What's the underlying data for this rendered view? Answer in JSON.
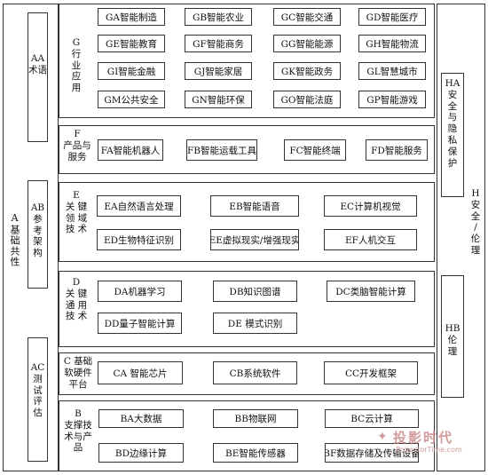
{
  "left": {
    "a_label": [
      "A",
      "基",
      "础",
      "共",
      "性"
    ],
    "aa": "AA术语",
    "ab": [
      "AB",
      "参",
      "考",
      "架",
      "构"
    ],
    "ac": [
      "AC",
      "测",
      "试",
      "评",
      "估"
    ]
  },
  "right": {
    "h_label": [
      "H",
      "安",
      "全",
      "/",
      "伦",
      "理"
    ],
    "ha": [
      "HA",
      "安",
      "全",
      "与",
      "隐",
      "私",
      "保",
      "护"
    ],
    "hb": [
      "HB",
      "伦",
      "理"
    ]
  },
  "sections": {
    "g": {
      "label": [
        "G",
        "行",
        "业",
        "应",
        "用"
      ],
      "items": [
        "GA智能制造",
        "GB智能农业",
        "GC智能交通",
        "GD智能医疗",
        "GE智能教育",
        "GF智能商务",
        "GG智能能源",
        "GH智能物流",
        "GI智能金融",
        "GJ智能家居",
        "GK智能政务",
        "GL智慧城市",
        "GM公共安全",
        "GN智能环保",
        "GO智能法庭",
        "GP智能游戏"
      ]
    },
    "f": {
      "label": [
        "F",
        "产品与",
        "服务"
      ],
      "items": [
        "FA智能机器人",
        "FB智能运载工具",
        "FC智能终端",
        "FD智能服务"
      ]
    },
    "e": {
      "label": [
        "E",
        "关 键",
        "领 域",
        "技 术"
      ],
      "items": [
        "EA自然语言处理",
        "EB智能语音",
        "EC计算机视觉",
        "ED生物特征识别",
        "EE虚拟现实/增强现实",
        "EF人机交互"
      ]
    },
    "d": {
      "label": [
        "D",
        "关 键",
        "通 用",
        "技 术"
      ],
      "items": [
        "DA机器学习",
        "DB知识图谱",
        "DC类脑智能计算",
        "DD量子智能计算",
        "DE 模式识别"
      ]
    },
    "c": {
      "label": [
        "C 基础",
        "软硬件",
        "平台"
      ],
      "items": [
        "CA 智能芯片",
        "CB系统软件",
        "CC开发框架"
      ]
    },
    "b": {
      "label": [
        "B",
        "支撑技",
        "术与产",
        "品"
      ],
      "items": [
        "BA大数据",
        "BB物联网",
        "BC云计算",
        "BD边缘计算",
        "BE智能传感器",
        "BF数据存储及传输设备"
      ]
    }
  },
  "watermark": {
    "main": "投影时代",
    "sub": "ProjectorTime.com"
  }
}
